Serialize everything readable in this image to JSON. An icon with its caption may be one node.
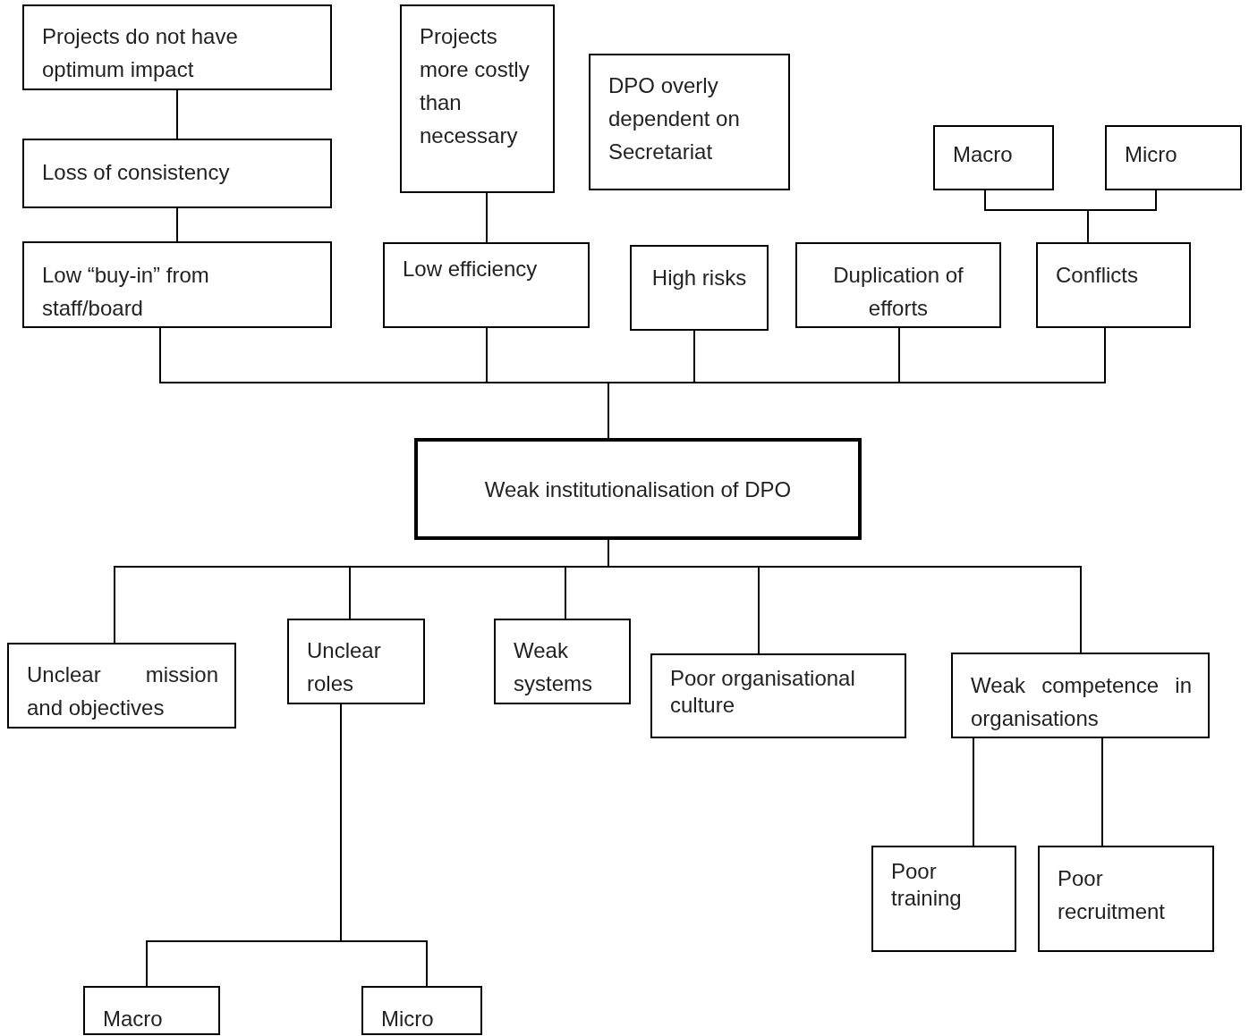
{
  "diagram": {
    "nodes": [
      {
        "text": [
          "Projects do not have optimum impact"
        ]
      },
      {
        "text": [
          "Loss of consistency"
        ]
      },
      {
        "text": [
          "Low “buy-in” from staff/board"
        ]
      },
      {
        "text": [
          "Projects more costly than necessary"
        ]
      },
      {
        "text": [
          "DPO overly dependent on Secretariat"
        ]
      },
      {
        "text": [
          "Macro"
        ]
      },
      {
        "text": [
          "Micro"
        ]
      },
      {
        "text": [
          "Low efficiency"
        ]
      },
      {
        "text": [
          "High risks"
        ]
      },
      {
        "text": [
          "Duplication of efforts"
        ]
      },
      {
        "text": [
          "Conflicts"
        ]
      },
      {
        "text": [
          "Weak institutionalisation of DPO"
        ]
      },
      {
        "text": [
          "Unclear mission and objectives"
        ]
      },
      {
        "text": [
          "Unclear roles"
        ]
      },
      {
        "text": [
          "Weak systems"
        ]
      },
      {
        "text": [
          "Poor organisational culture"
        ]
      },
      {
        "text": [
          "Weak competence in organisations"
        ]
      },
      {
        "text": [
          "Poor training"
        ]
      },
      {
        "text": [
          "Poor recruitment"
        ]
      },
      {
        "text": [
          "Macro"
        ]
      },
      {
        "text": [
          "Micro"
        ]
      }
    ],
    "edges": [
      {
        "from": 0,
        "to": 1,
        "arrow": "none"
      },
      {
        "from": 1,
        "to": 2,
        "arrow": "none"
      },
      {
        "from": 3,
        "to": 7,
        "arrow": "none"
      },
      {
        "from": 5,
        "to": 10,
        "arrow": "none"
      },
      {
        "from": 6,
        "to": 10,
        "arrow": "none"
      },
      {
        "from": 2,
        "to": 11,
        "arrow": "none"
      },
      {
        "from": 7,
        "to": 11,
        "arrow": "none"
      },
      {
        "from": 8,
        "to": 11,
        "arrow": "none"
      },
      {
        "from": 9,
        "to": 11,
        "arrow": "none"
      },
      {
        "from": 10,
        "to": 11,
        "arrow": "none"
      },
      {
        "from": 11,
        "to": 12,
        "arrow": "none"
      },
      {
        "from": 11,
        "to": 13,
        "arrow": "none"
      },
      {
        "from": 11,
        "to": 14,
        "arrow": "none"
      },
      {
        "from": 11,
        "to": 15,
        "arrow": "none"
      },
      {
        "from": 11,
        "to": 16,
        "arrow": "none"
      },
      {
        "from": 16,
        "to": 17,
        "arrow": "none"
      },
      {
        "from": 16,
        "to": 18,
        "arrow": "none"
      },
      {
        "from": 13,
        "to": 19,
        "arrow": "none"
      },
      {
        "from": 13,
        "to": 20,
        "arrow": "none"
      }
    ]
  }
}
